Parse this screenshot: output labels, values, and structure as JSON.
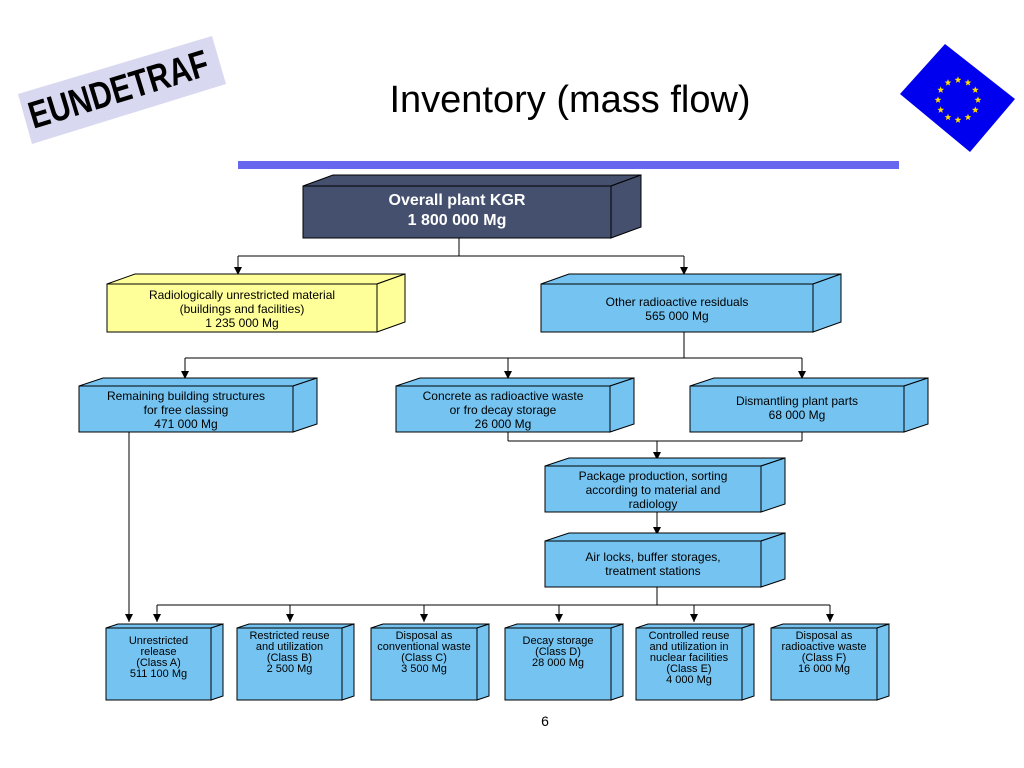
{
  "logo": {
    "text": "EUNDETRAF"
  },
  "title": "Inventory (mass flow)",
  "page_number": "6",
  "colors": {
    "dark": "#44506e",
    "yellow": "#ffff99",
    "blue": "#74c3f0",
    "rule": "#6666ee",
    "flag": "#0000ee",
    "star": "#ffdd00"
  },
  "nodes": {
    "overall": {
      "lines": [
        "Overall plant KGR",
        "1 800 000 Mg"
      ]
    },
    "unrestricted_material": {
      "lines": [
        "Radiologically unrestricted material",
        "(buildings and facilities)",
        "1 235 000 Mg"
      ]
    },
    "other_residuals": {
      "lines": [
        "Other radioactive residuals",
        "565 000 Mg"
      ]
    },
    "remaining_structures": {
      "lines": [
        "Remaining building structures",
        "for free classing",
        "471 000 Mg"
      ]
    },
    "concrete": {
      "lines": [
        "Concrete as radioactive waste",
        "or fro decay storage",
        "26 000 Mg"
      ]
    },
    "dismantling": {
      "lines": [
        "Dismantling plant parts",
        "68 000 Mg"
      ]
    },
    "package": {
      "lines": [
        "Package production, sorting",
        "according to material and",
        "radiology"
      ]
    },
    "airlocks": {
      "lines": [
        "Air locks, buffer storages,",
        "treatment stations"
      ]
    },
    "class_a": {
      "lines": [
        "Unrestricted",
        "release",
        "(Class A)",
        "511 100 Mg"
      ]
    },
    "class_b": {
      "lines": [
        "Restricted reuse",
        "and utilization",
        "(Class B)",
        "2 500 Mg"
      ]
    },
    "class_c": {
      "lines": [
        "Disposal as",
        "conventional waste",
        "(Class C)",
        "3 500 Mg"
      ]
    },
    "class_d": {
      "lines": [
        "Decay storage",
        "(Class D)",
        "28 000 Mg"
      ]
    },
    "class_e": {
      "lines": [
        "Controlled reuse",
        "and utilization in",
        "nuclear facilities",
        "(Class E)",
        "4 000 Mg"
      ]
    },
    "class_f": {
      "lines": [
        "Disposal as",
        "radioactive waste",
        "(Class F)",
        "16 000 Mg"
      ]
    }
  }
}
